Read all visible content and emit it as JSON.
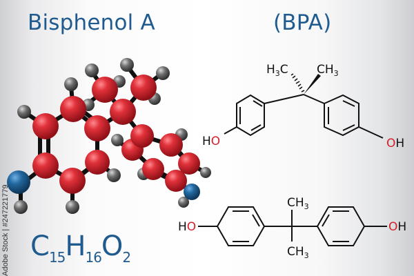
{
  "title": {
    "name": "Bisphenol A",
    "abbreviation": "(BPA)"
  },
  "formula": {
    "elements": [
      {
        "symbol": "C",
        "count": "15"
      },
      {
        "symbol": "H",
        "count": "16"
      },
      {
        "symbol": "O",
        "count": "2"
      }
    ]
  },
  "structure_top": {
    "methyl_left": {
      "main": "H",
      "sub": "3",
      "tail": "C"
    },
    "methyl_right": {
      "main": "CH",
      "sub": "3"
    },
    "hydroxyl_left": {
      "h": "H",
      "o": "O"
    },
    "hydroxyl_right": {
      "o": "O",
      "h": "H"
    }
  },
  "structure_bottom": {
    "methyl_top": {
      "main": "CH",
      "sub": "3"
    },
    "methyl_bottom": {
      "main": "CH",
      "sub": "3"
    },
    "hydroxyl_left": {
      "h": "H",
      "o": "O"
    },
    "hydroxyl_right": {
      "o": "O",
      "h": "H"
    }
  },
  "model_colors": {
    "carbon": "#d42b34",
    "hydrogen": "#6b6b6b",
    "oxygen": "#1f5f94",
    "bond": "#111111"
  },
  "colors": {
    "title": "#1f5b8f",
    "oxygen_label": "#d3202a"
  },
  "watermark": "Adobe Stock | #247221779"
}
